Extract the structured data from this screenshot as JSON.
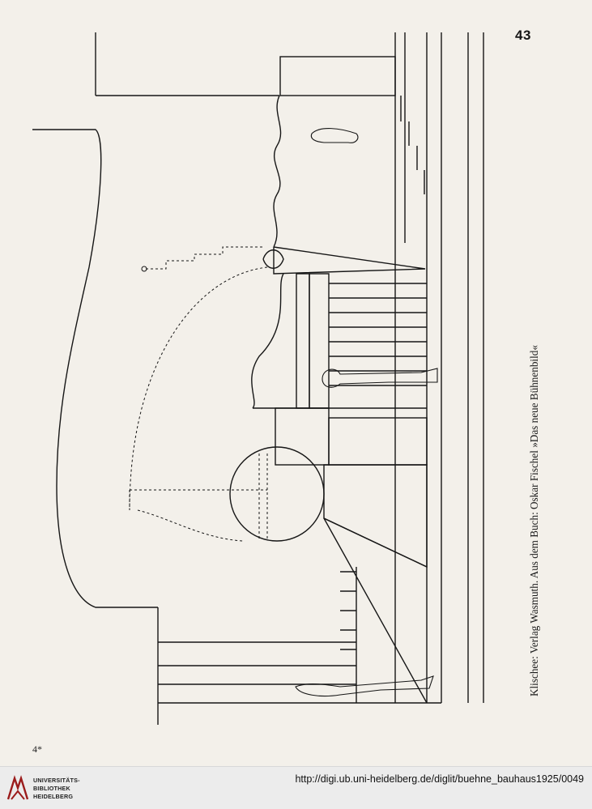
{
  "page": {
    "number": "43",
    "signature": "4*",
    "caption": "Klischee: Verlag Wasmuth. Aus dem Buch: Oskar Fischel »Das neue Bühnenbild«"
  },
  "footer": {
    "logo_line1": "UNIVERSITÄTS-",
    "logo_line2": "BIBLIOTHEK",
    "logo_line3": "HEIDELBERG",
    "url": "http://digi.ub.uni-heidelberg.de/diglit/buehne_bauhaus1925/0049"
  },
  "colors": {
    "paper": "#f3f0ea",
    "ink": "#161616",
    "footer_bg": "#ececec",
    "logo_red": "#9b1c1c"
  },
  "icons": {
    "logo": "heidelberg-library-logo-icon"
  }
}
